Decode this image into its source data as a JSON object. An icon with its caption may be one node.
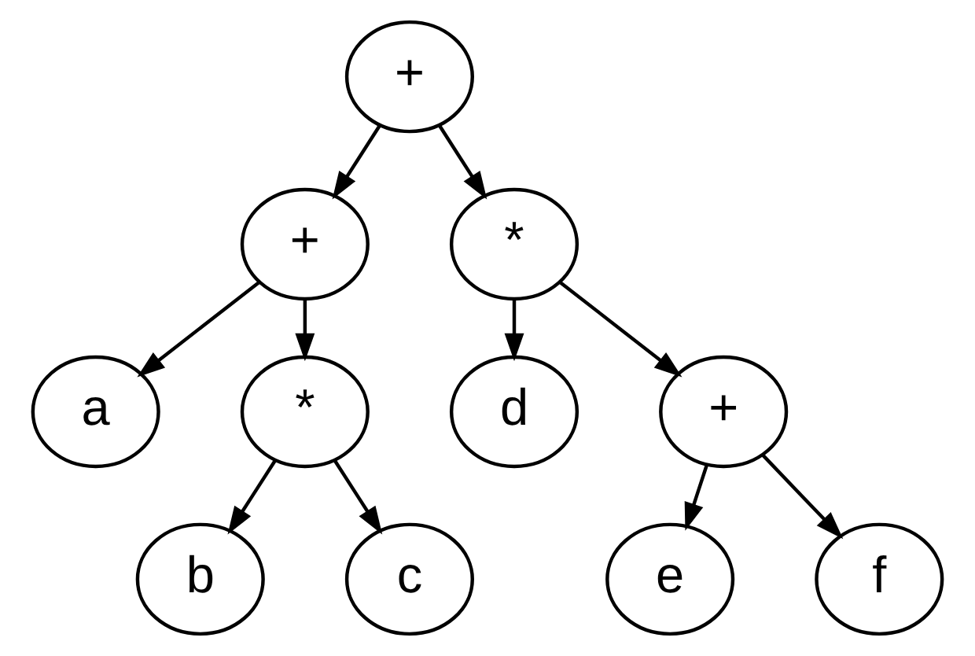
{
  "diagram": {
    "nodes": [
      {
        "text": [
          "+"
        ]
      },
      {
        "text": [
          "+"
        ]
      },
      {
        "text": [
          "*"
        ]
      },
      {
        "text": [
          "a"
        ]
      },
      {
        "text": [
          "*"
        ]
      },
      {
        "text": [
          "d"
        ]
      },
      {
        "text": [
          "+"
        ]
      },
      {
        "text": [
          "b"
        ]
      },
      {
        "text": [
          "c"
        ]
      },
      {
        "text": [
          "e"
        ]
      },
      {
        "text": [
          "f"
        ]
      }
    ],
    "edges": [
      {
        "from": 0,
        "to": 1,
        "arrow": "to"
      },
      {
        "from": 0,
        "to": 2,
        "arrow": "to"
      },
      {
        "from": 1,
        "to": 3,
        "arrow": "to"
      },
      {
        "from": 1,
        "to": 4,
        "arrow": "to"
      },
      {
        "from": 2,
        "to": 5,
        "arrow": "to"
      },
      {
        "from": 2,
        "to": 6,
        "arrow": "to"
      },
      {
        "from": 4,
        "to": 7,
        "arrow": "to"
      },
      {
        "from": 4,
        "to": 8,
        "arrow": "to"
      },
      {
        "from": 6,
        "to": 9,
        "arrow": "to"
      },
      {
        "from": 6,
        "to": 10,
        "arrow": "to"
      }
    ]
  }
}
